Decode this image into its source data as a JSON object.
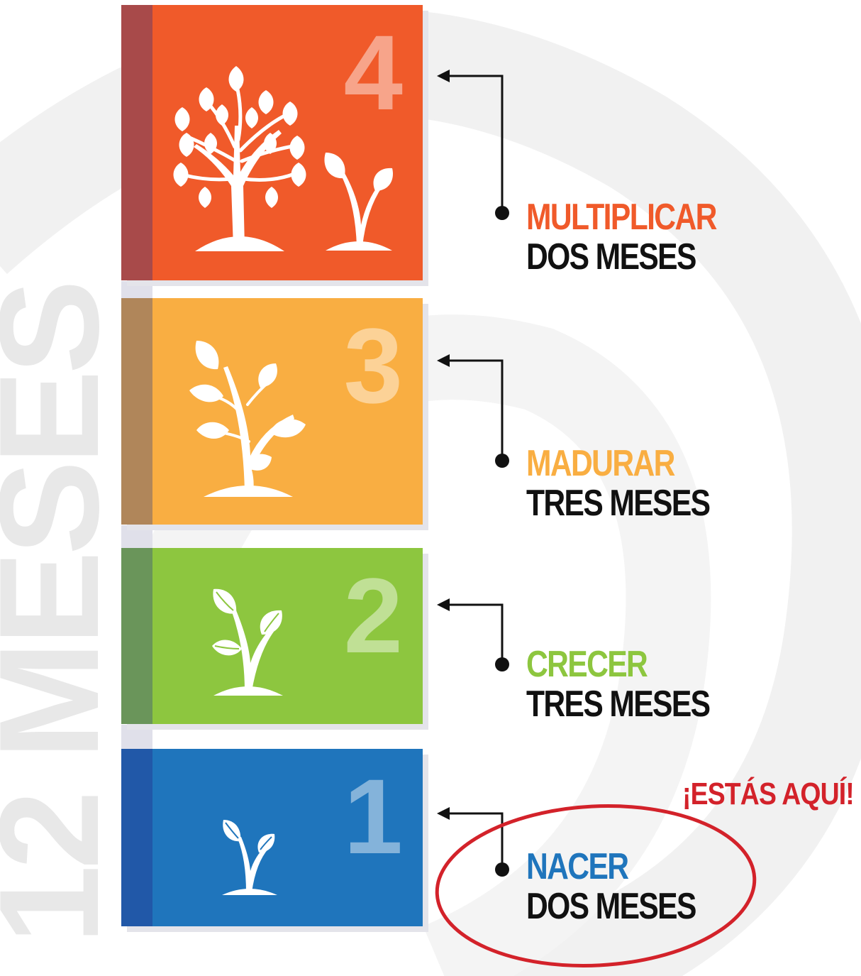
{
  "side_label": "12 MESES",
  "colors": {
    "multiplicar": "#f05a2a",
    "madurar": "#f9ae42",
    "crecer": "#8dc63f",
    "nacer": "#1f75bc",
    "highlight": "#d3222a",
    "text": "#111111"
  },
  "icons": [
    "tree-icon",
    "sprout-icon",
    "plant-icon"
  ],
  "steps": [
    {
      "number": "4",
      "title": "MULTIPLICAR",
      "duration": "DOS MESES"
    },
    {
      "number": "3",
      "title": "MADURAR",
      "duration": "TRES MESES"
    },
    {
      "number": "2",
      "title": "CRECER",
      "duration": "TRES MESES"
    },
    {
      "number": "1",
      "title": "NACER",
      "duration": "DOS MESES"
    }
  ],
  "current_marker": "¡ESTÁS AQUÍ!"
}
